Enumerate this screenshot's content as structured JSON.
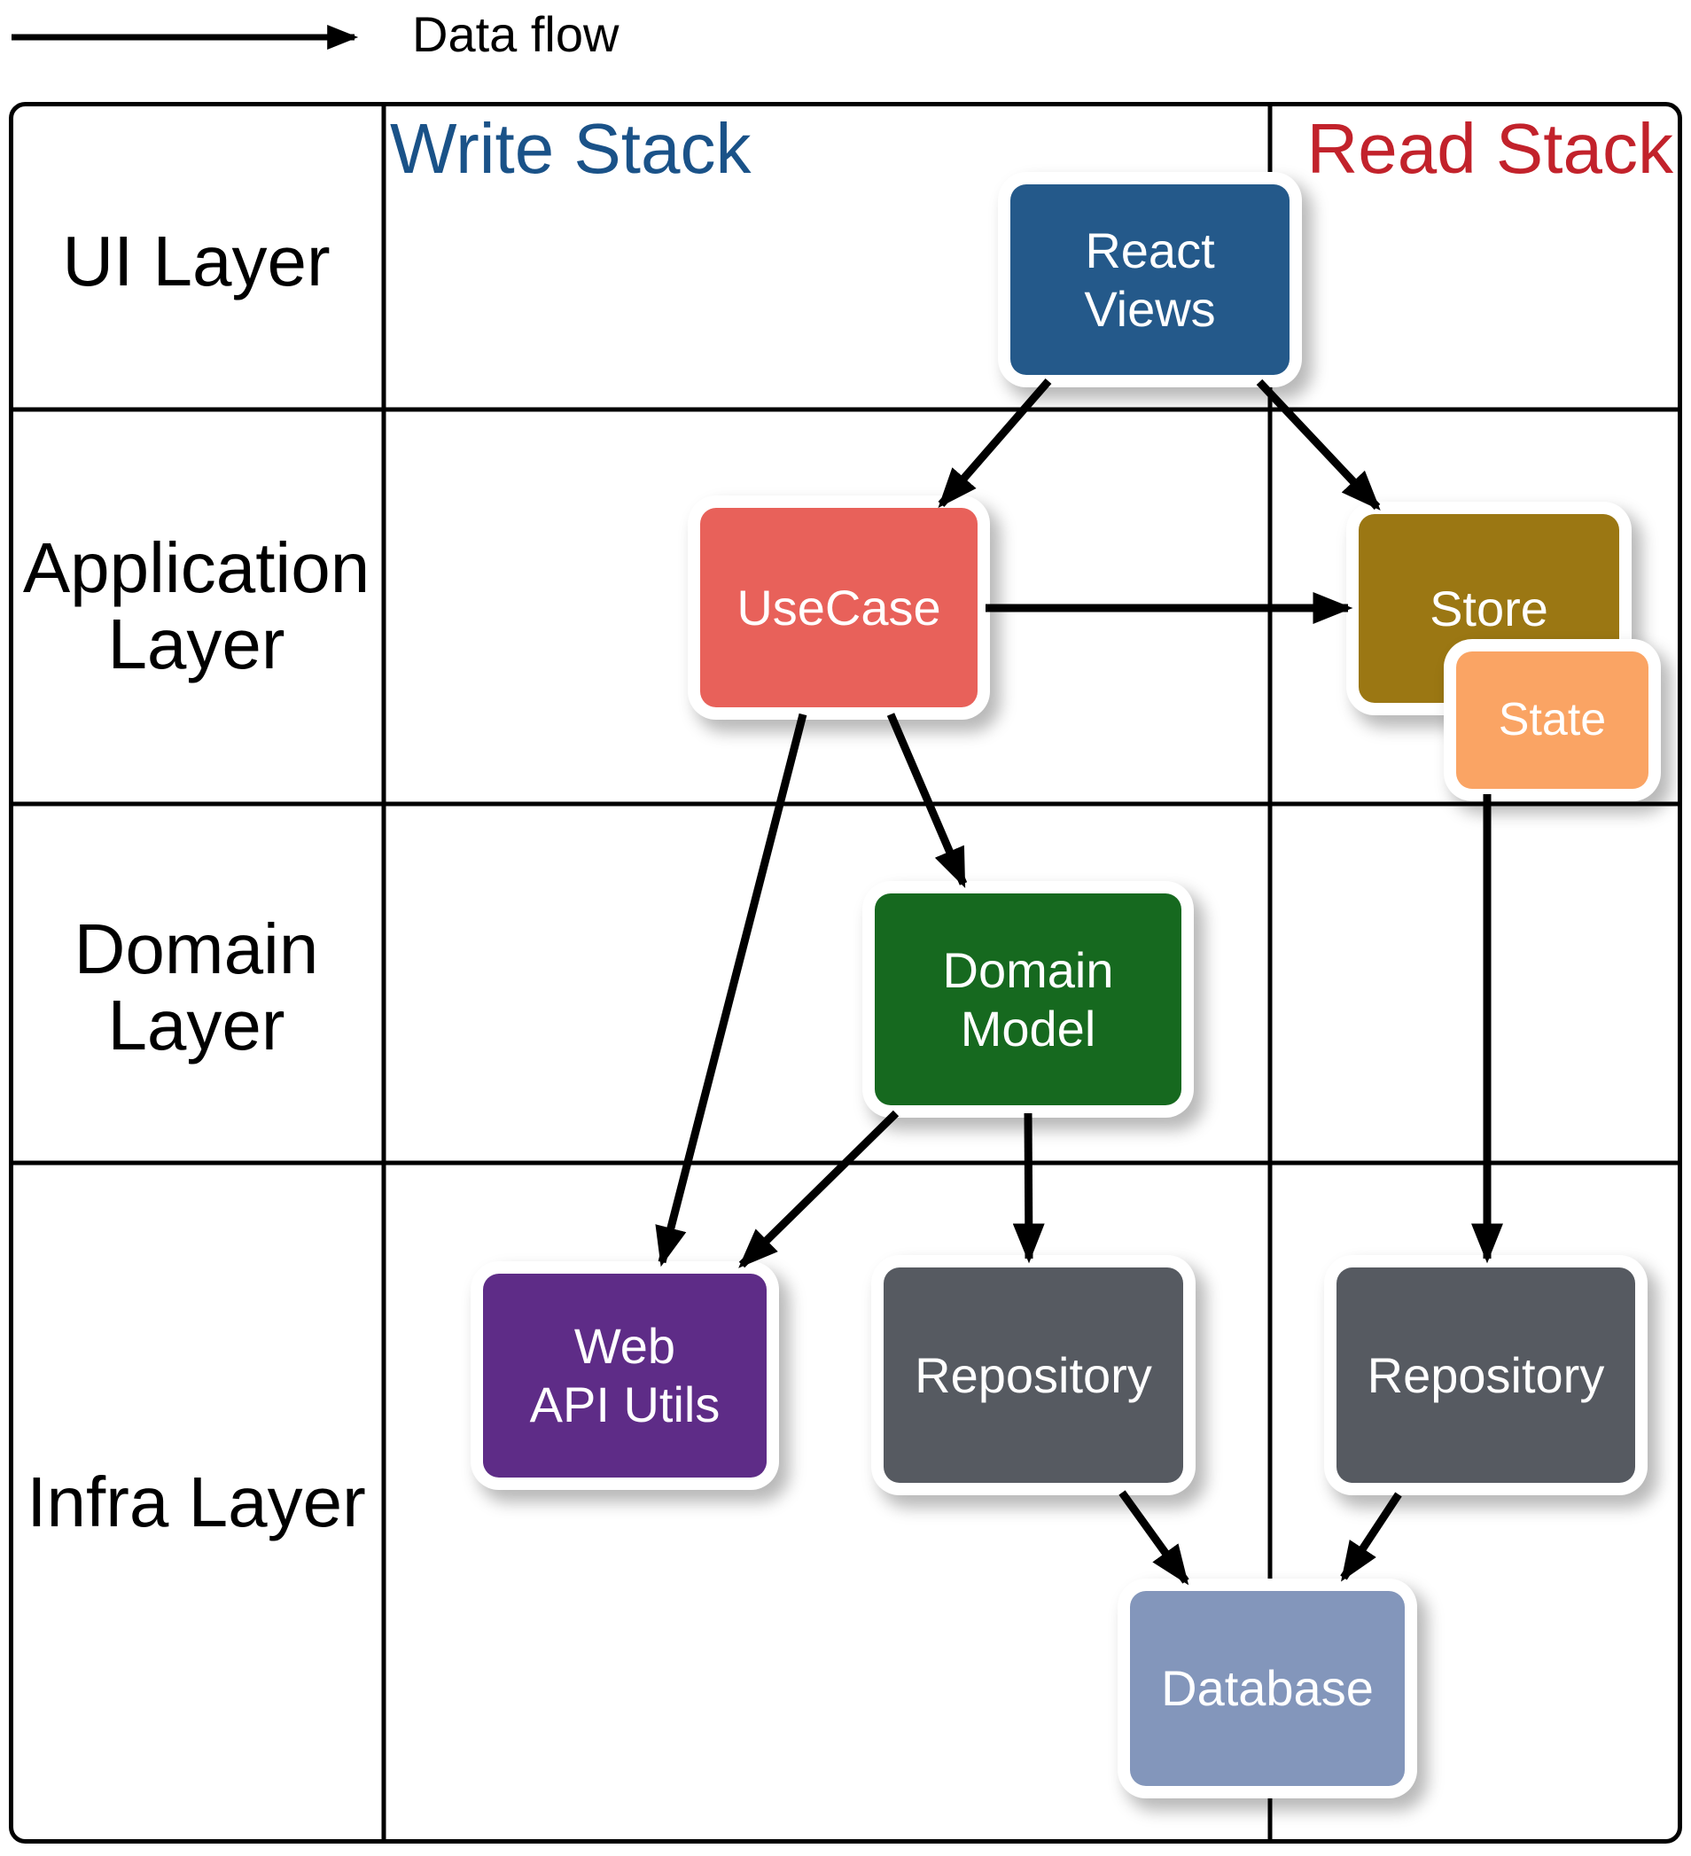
{
  "legend": {
    "label": "Data flow"
  },
  "grid": {
    "row_labels": [
      {
        "lines": [
          "UI Layer"
        ]
      },
      {
        "lines": [
          "Application",
          "Layer"
        ]
      },
      {
        "lines": [
          "Domain",
          "Layer"
        ]
      },
      {
        "lines": [
          "Infra Layer"
        ]
      }
    ]
  },
  "headers": {
    "write": {
      "label": "Write Stack",
      "color": "#1A5288"
    },
    "read": {
      "label": "Read Stack",
      "color": "#C2222B"
    }
  },
  "nodes": {
    "react_views": {
      "lines": [
        "React",
        "Views"
      ],
      "color": "#24598A"
    },
    "usecase": {
      "lines": [
        "UseCase"
      ],
      "color": "#E8615A"
    },
    "store": {
      "lines": [
        "Store"
      ],
      "color": "#9B7713"
    },
    "state": {
      "lines": [
        "State"
      ],
      "color": "#FAA464"
    },
    "domain_model": {
      "lines": [
        "Domain",
        "Model"
      ],
      "color": "#16691F"
    },
    "web_api_utils": {
      "lines": [
        "Web",
        "API Utils"
      ],
      "color": "#5E2C87"
    },
    "repository_write": {
      "lines": [
        "Repository"
      ],
      "color": "#565A61"
    },
    "repository_read": {
      "lines": [
        "Repository"
      ],
      "color": "#565A61"
    },
    "database": {
      "lines": [
        "Database"
      ],
      "color": "#8396BB"
    }
  },
  "edges": [
    {
      "from": "React Views",
      "to": "UseCase"
    },
    {
      "from": "React Views",
      "to": "Store"
    },
    {
      "from": "UseCase",
      "to": "Store"
    },
    {
      "from": "UseCase",
      "to": "Web API Utils"
    },
    {
      "from": "UseCase",
      "to": "Domain Model"
    },
    {
      "from": "Domain Model",
      "to": "Web API Utils"
    },
    {
      "from": "Domain Model",
      "to": "Repository (write)"
    },
    {
      "from": "State",
      "to": "Repository (read)"
    },
    {
      "from": "Repository (write)",
      "to": "Database"
    },
    {
      "from": "Repository (read)",
      "to": "Database"
    }
  ],
  "line_color": "#000000"
}
